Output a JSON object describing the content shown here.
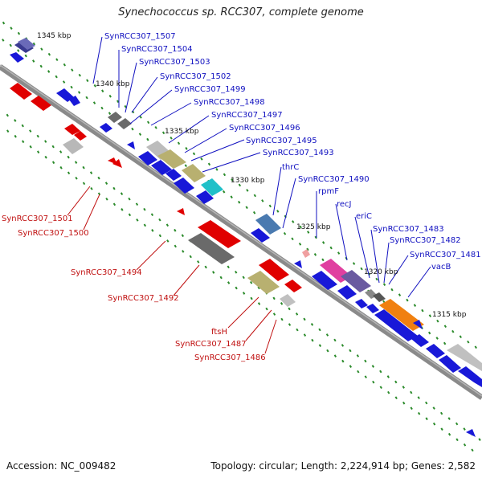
{
  "title": "Synechococcus sp. RCC307, complete genome",
  "footer": {
    "accession": "Accession: NC_009482",
    "topology": "Topology: circular; Length: 2,224,914 bp; Genes: 2,582"
  },
  "colors": {
    "backbone": "#8a8a8a",
    "forward_gene": "#1010e0",
    "reverse_gene": "#e00000",
    "tick": "#2a8a2a",
    "forward_label": "#1010c0",
    "reverse_label": "#c01010"
  },
  "scale_labels": [
    "1345 kbp",
    "1340 kbp",
    "1335 kbp",
    "1330 kbp",
    "1325 kbp",
    "1320 kbp",
    "1315 kbp"
  ],
  "forward_labels": [
    "SynRCC307_1507",
    "SynRCC307_1504",
    "SynRCC307_1503",
    "SynRCC307_1502",
    "SynRCC307_1499",
    "SynRCC307_1498",
    "SynRCC307_1497",
    "SynRCC307_1496",
    "SynRCC307_1495",
    "SynRCC307_1493",
    "thrC",
    "SynRCC307_1490",
    "rpmF",
    "recJ",
    "eriC",
    "SynRCC307_1483",
    "SynRCC307_1482",
    "SynRCC307_1481",
    "vacB"
  ],
  "reverse_labels": [
    "SynRCC307_1501",
    "SynRCC307_1500",
    "SynRCC307_1494",
    "SynRCC307_1492",
    "ftsH",
    "SynRCC307_1487",
    "SynRCC307_1486"
  ]
}
